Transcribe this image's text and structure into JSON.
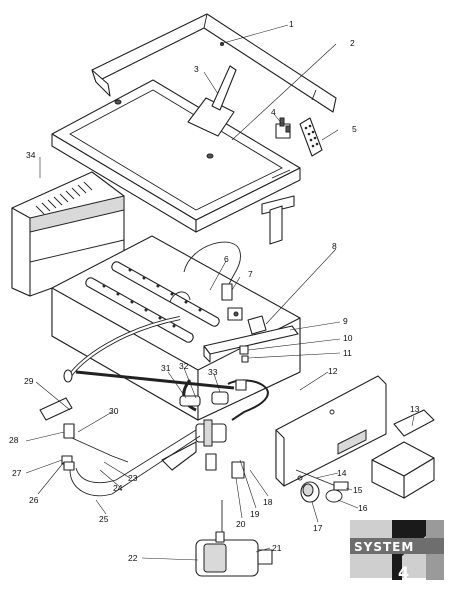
{
  "callouts": [
    {
      "id": "1",
      "label": "1"
    },
    {
      "id": "2",
      "label": "2"
    },
    {
      "id": "3",
      "label": "3"
    },
    {
      "id": "4",
      "label": "4"
    },
    {
      "id": "5",
      "label": "5"
    },
    {
      "id": "6",
      "label": "6"
    },
    {
      "id": "7",
      "label": "7"
    },
    {
      "id": "8",
      "label": "8"
    },
    {
      "id": "9",
      "label": "9"
    },
    {
      "id": "10",
      "label": "10"
    },
    {
      "id": "11",
      "label": "11"
    },
    {
      "id": "12",
      "label": "12"
    },
    {
      "id": "13",
      "label": "13"
    },
    {
      "id": "14",
      "label": "14"
    },
    {
      "id": "15",
      "label": "15"
    },
    {
      "id": "16",
      "label": "16"
    },
    {
      "id": "17",
      "label": "17"
    },
    {
      "id": "18",
      "label": "18"
    },
    {
      "id": "19",
      "label": "19"
    },
    {
      "id": "20",
      "label": "20"
    },
    {
      "id": "21",
      "label": "21"
    },
    {
      "id": "22",
      "label": "22"
    },
    {
      "id": "23",
      "label": "23"
    },
    {
      "id": "24",
      "label": "24"
    },
    {
      "id": "25",
      "label": "25"
    },
    {
      "id": "26",
      "label": "26"
    },
    {
      "id": "27",
      "label": "27"
    },
    {
      "id": "28",
      "label": "28"
    },
    {
      "id": "29",
      "label": "29"
    },
    {
      "id": "30",
      "label": "30"
    },
    {
      "id": "31",
      "label": "31"
    },
    {
      "id": "32",
      "label": "32"
    },
    {
      "id": "33",
      "label": "33"
    },
    {
      "id": "34",
      "label": "34"
    }
  ],
  "logo": {
    "text": "SYSTEM",
    "badge": "4"
  },
  "colors": {
    "line": "#222222",
    "logo_dark": "#1a1a1a",
    "logo_grey": "#9a9a9a",
    "logo_mid": "#cfcfcf"
  }
}
